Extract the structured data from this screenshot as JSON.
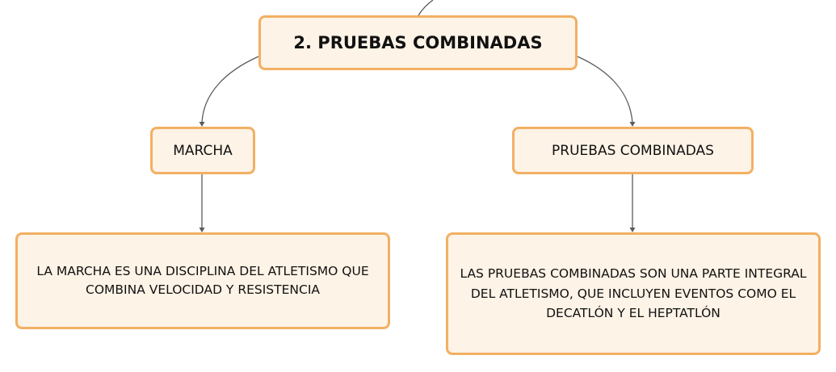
{
  "diagram": {
    "root": {
      "label": "2. PRUEBAS COMBINADAS"
    },
    "children": [
      {
        "label": "MARCHA",
        "description": "LA MARCHA ES UNA DISCIPLINA DEL ATLETISMO QUE COMBINA VELOCIDAD Y RESISTENCIA"
      },
      {
        "label": "PRUEBAS COMBINADAS",
        "description": "LAS PRUEBAS COMBINADAS SON UNA PARTE INTEGRAL DEL ATLETISMO, QUE INCLUYEN EVENTOS COMO EL DECATLÓN Y EL HEPTATLÓN"
      }
    ]
  },
  "colors": {
    "node_fill": "#fdf3e7",
    "node_border": "#f2b063",
    "connector": "#5a5a5a",
    "text": "#111111"
  }
}
